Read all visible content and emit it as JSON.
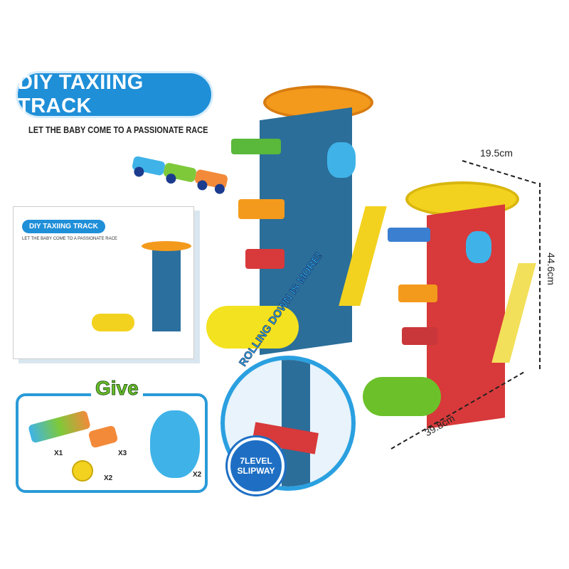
{
  "title": "DIY TAXIING TRACK",
  "subtitle": "LET THE BABY COME TO A PASSIONATE RACE",
  "box": {
    "title": "DIY TAXIING TRACK",
    "subtitle": "LET THE BABY COME TO A PASSIONATE RACE"
  },
  "dimensions": {
    "depth": "19.5cm",
    "height": "44.6cm",
    "width": "39.8cm"
  },
  "give": {
    "label": "Give",
    "items": [
      {
        "name": "car-train",
        "qty": "X1"
      },
      {
        "name": "single-car",
        "qty": "X3"
      },
      {
        "name": "wheel",
        "qty": "X2"
      },
      {
        "name": "bear",
        "qty": "X2"
      }
    ]
  },
  "badge": {
    "rolling": "ROLLING DOWN IS MORE!",
    "level": "7LEVEL",
    "slipway": "SLIPWAY"
  },
  "colors": {
    "blue": "#1f8fd8",
    "orange": "#f39a1c",
    "red": "#d8393a",
    "green": "#6cc12a",
    "yellow": "#f3d21f"
  }
}
